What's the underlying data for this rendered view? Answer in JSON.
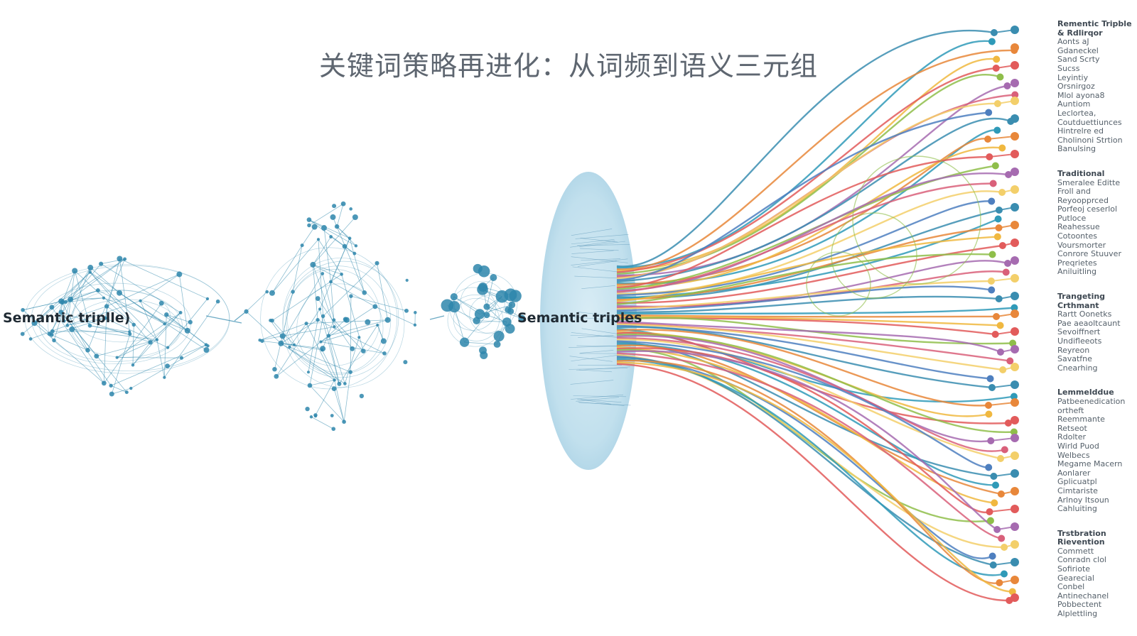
{
  "title": "关键词策略再进化：从词频到语义三元组",
  "labels": {
    "left": "Semantic triplle)",
    "center": "Semantic triples"
  },
  "legend": [
    {
      "heading": [
        "Rementic Tripble",
        "& Rdlirqor"
      ],
      "items": [
        "Aonts aJ",
        "Gdaneckel",
        "Sand Scrty",
        "Sucss",
        "Leyintiy",
        "Orsnirgoz",
        "Mlol ayona8",
        "Auntiom",
        "Leclortea,",
        "Coutduettiunces",
        "Hintrelre ed",
        "Cholinoni Strtion",
        "Banulsing"
      ]
    },
    {
      "heading": [
        "Traditional"
      ],
      "items": [
        "Smeralee Editte",
        "Froll and",
        "Reyoopprced",
        "Porfeoj ceserlol",
        "Putloce",
        "Reahessue",
        "Cotoontes",
        "Voursmorter",
        "Conrore Stuuver",
        "Preqrietes",
        "Aniluitling"
      ]
    },
    {
      "heading": [
        "Trangeting",
        "Crthmant"
      ],
      "items": [
        "Rartt Oonetks",
        "Pae aeaoltcaunt",
        "Sevoiffnert",
        "Undifleeots",
        "Reyreon",
        "Savatfne",
        "Cnearhing"
      ]
    },
    {
      "heading": [
        "Lemmelddue"
      ],
      "items": [
        "Patbeenedication",
        "ortheft",
        "Reemmante",
        "Retseot",
        "Rdolter",
        "Wirld Puod",
        "Welbecs",
        "Megame Macern",
        "Aonlarer",
        "Gplicuatpl",
        "Cimtariste",
        "Arlnoy Itsoun",
        "Cahluiting"
      ]
    },
    {
      "heading": [
        "Trstbration",
        "Rievention"
      ],
      "items": [
        "Commett",
        "Conradn clol",
        "Sofiriote",
        "Gearecial",
        "Conbel",
        "Antinechanel",
        "Pobbectent",
        "Alplettling"
      ]
    }
  ],
  "colors": {
    "network": "#2e86ab",
    "lens": "#a9d2e6",
    "curves": [
      "#3a8db0",
      "#2f9ab8",
      "#e8873a",
      "#f0b840",
      "#e25b5b",
      "#8fbe4a",
      "#a66bb0",
      "#d9607a",
      "#f3cf6a",
      "#4e7fbf"
    ],
    "text": "#1f2a33"
  }
}
